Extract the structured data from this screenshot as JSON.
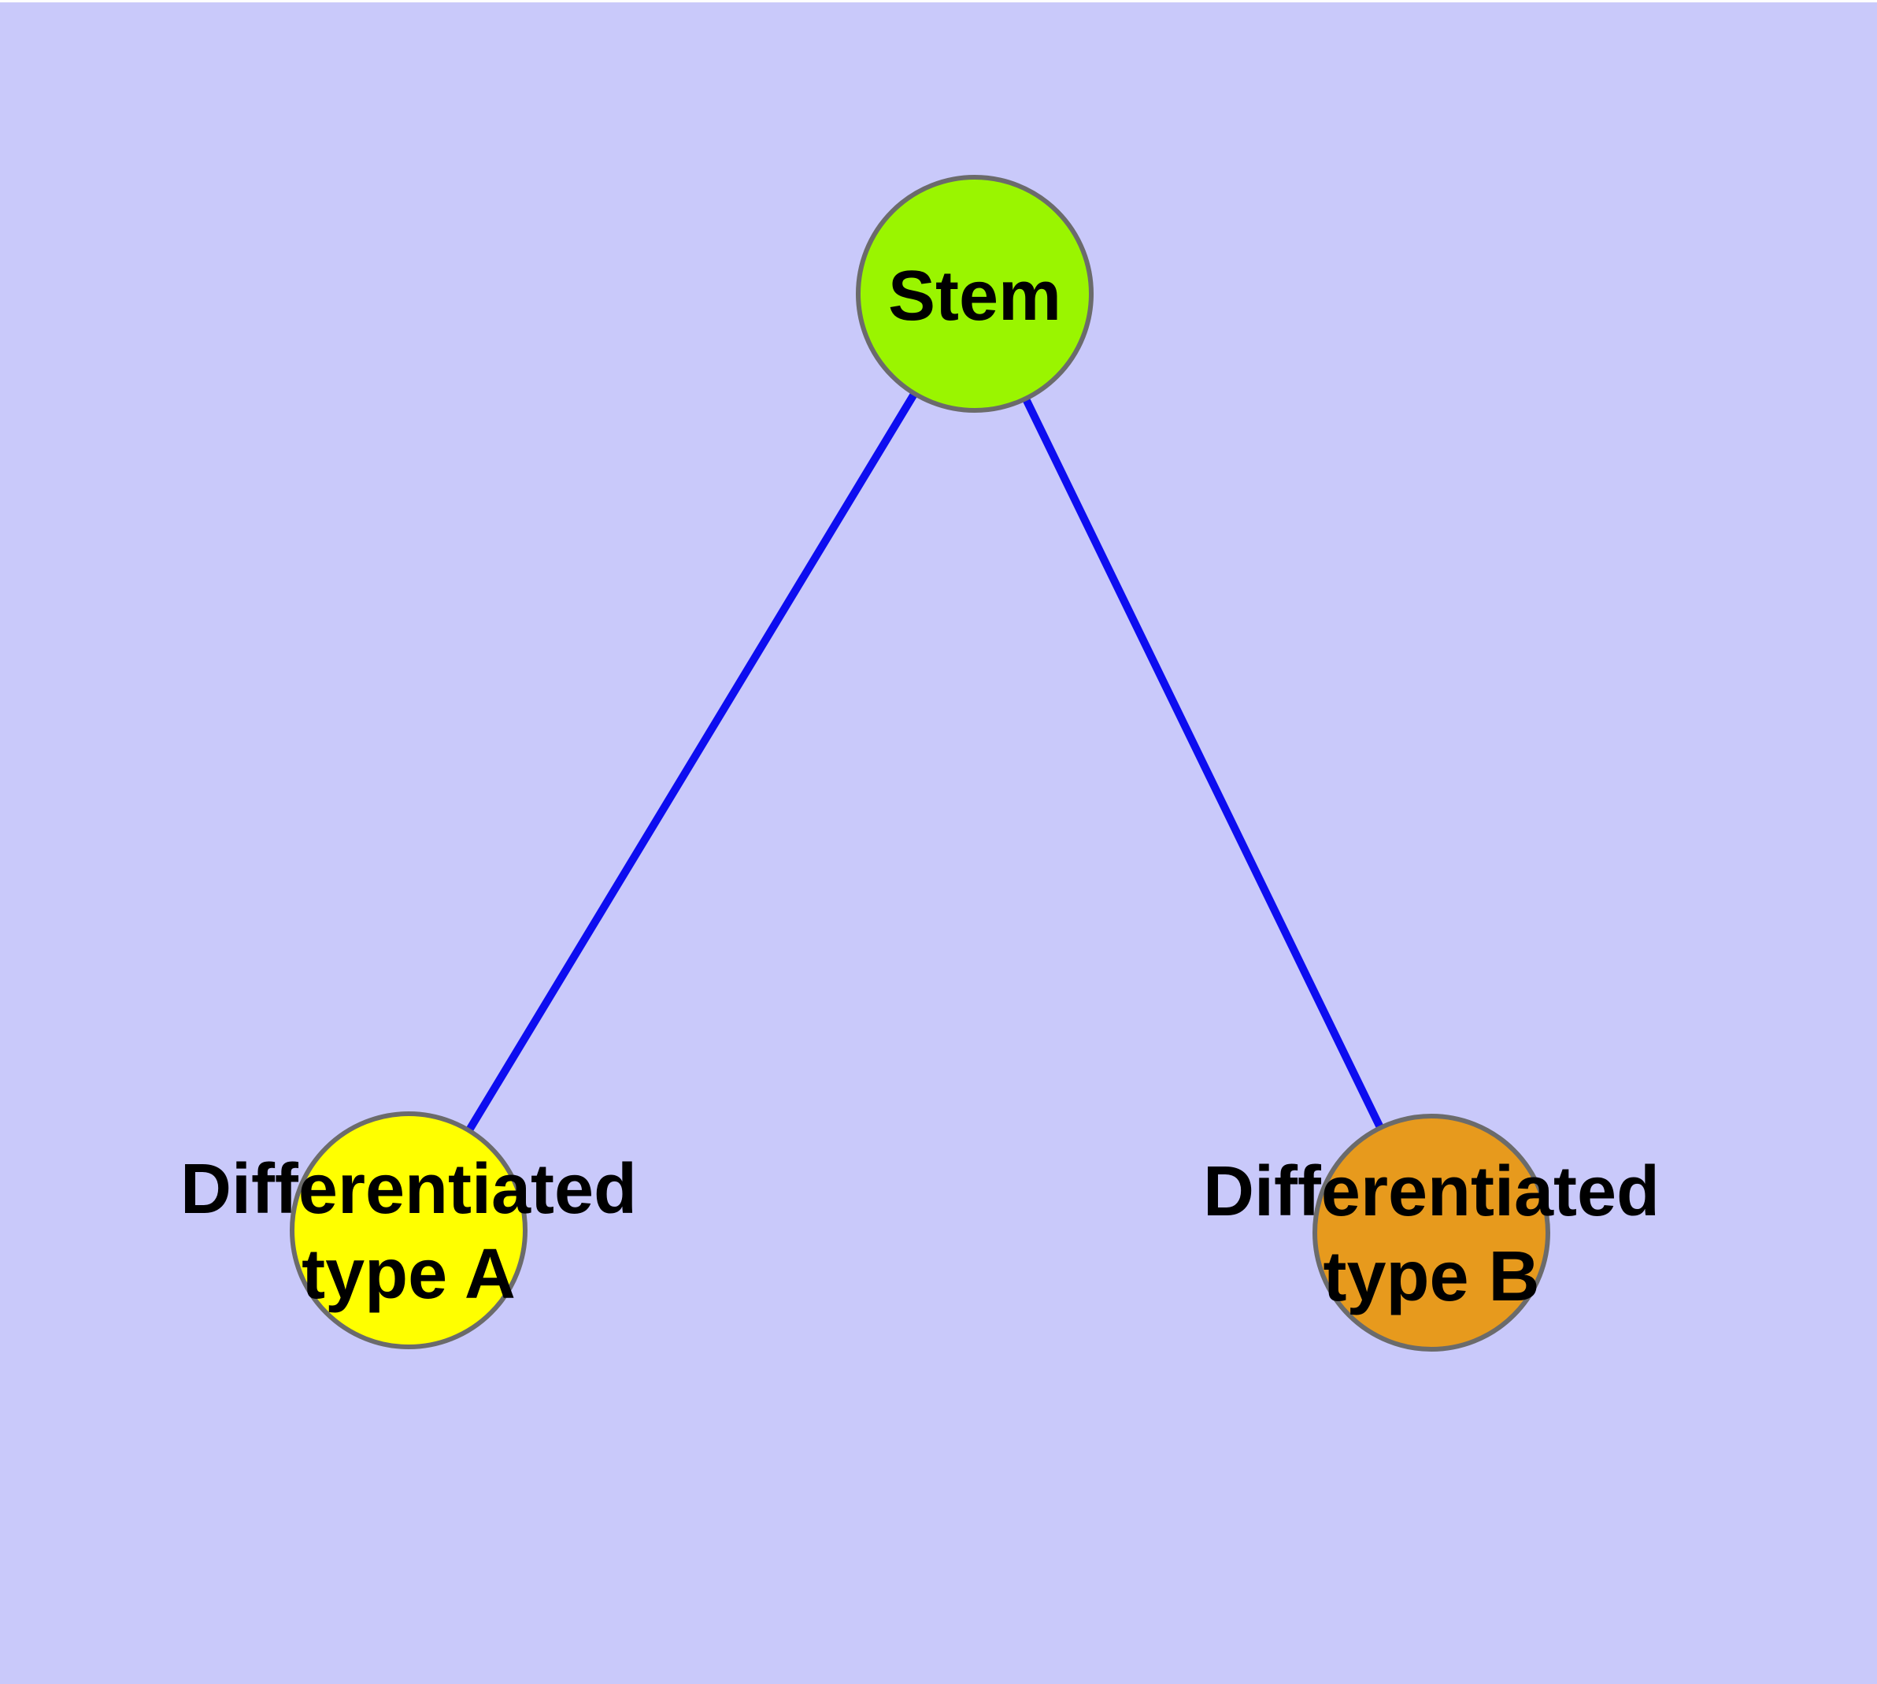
{
  "diagram": {
    "background_color": "#C9C9FA",
    "top_strip_color": "#FEFEFE",
    "edge_color": "#0D0DF0",
    "node_border_color": "#6B6B6B",
    "label_color": "#000000",
    "nodes": [
      {
        "id": "stem",
        "label": "Stem",
        "lines": [
          "Stem"
        ],
        "fill": "#9AF500"
      },
      {
        "id": "differentiated-type-a",
        "label": "Differentiated type A",
        "lines": [
          "Differentiated",
          "type A"
        ],
        "fill": "#FFFF00"
      },
      {
        "id": "differentiated-type-b",
        "label": "Differentiated type B",
        "lines": [
          "Differentiated",
          "type B"
        ],
        "fill": "#E79A1D"
      }
    ],
    "edges": [
      {
        "from": "Stem",
        "to": "Differentiated type A"
      },
      {
        "from": "Stem",
        "to": "Differentiated type B"
      }
    ]
  }
}
